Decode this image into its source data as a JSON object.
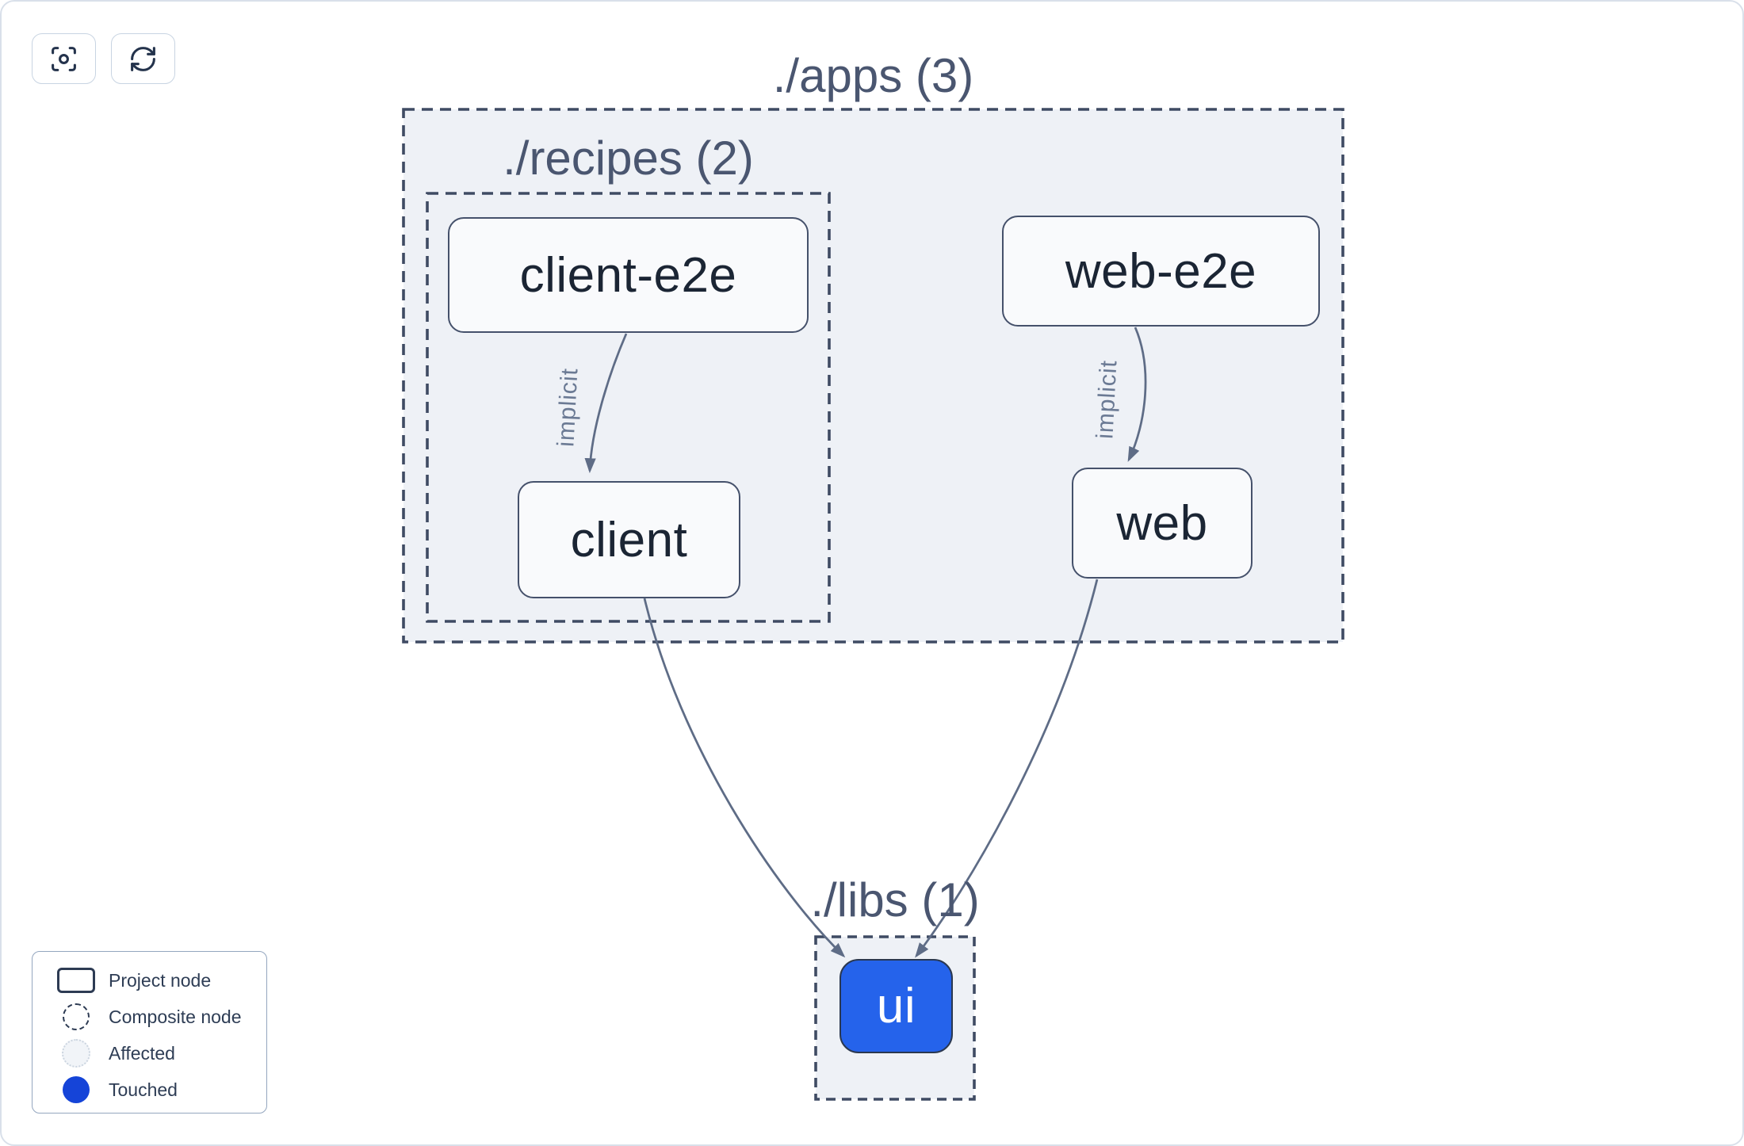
{
  "toolbar": {
    "buttons": [
      {
        "name": "focus",
        "icon": "focus-crosshair-icon"
      },
      {
        "name": "refresh",
        "icon": "refresh-icon"
      }
    ]
  },
  "graph": {
    "containers": [
      {
        "id": "apps",
        "label": "./apps (3)"
      },
      {
        "id": "recipes",
        "label": "./recipes (2)"
      },
      {
        "id": "libs",
        "label": "./libs (1)"
      }
    ],
    "nodes": [
      {
        "id": "client-e2e",
        "label": "client-e2e",
        "state": "default"
      },
      {
        "id": "web-e2e",
        "label": "web-e2e",
        "state": "default"
      },
      {
        "id": "client",
        "label": "client",
        "state": "default"
      },
      {
        "id": "web",
        "label": "web",
        "state": "default"
      },
      {
        "id": "ui",
        "label": "ui",
        "state": "touched"
      }
    ],
    "edges": [
      {
        "from": "client-e2e",
        "to": "client",
        "type": "implicit",
        "label": "implicit"
      },
      {
        "from": "web-e2e",
        "to": "web",
        "type": "implicit",
        "label": "implicit"
      },
      {
        "from": "client",
        "to": "ui",
        "type": "static",
        "label": ""
      },
      {
        "from": "web",
        "to": "ui",
        "type": "static",
        "label": ""
      }
    ]
  },
  "legend": {
    "items": [
      {
        "label": "Project node",
        "swatch": "project-node"
      },
      {
        "label": "Composite node",
        "swatch": "composite-node"
      },
      {
        "label": "Affected",
        "swatch": "affected"
      },
      {
        "label": "Touched",
        "swatch": "touched"
      }
    ]
  },
  "colors": {
    "container_fill": "#eef1f6",
    "dash_border": "#3f4b63",
    "node_border": "#45516b",
    "node_fill": "#f9fafc",
    "node_text": "#1b2534",
    "container_label_text": "#4a5670",
    "edge": "#5e6c86",
    "edge_label": "#6b7a94",
    "touched_fill": "#2563eb",
    "touched_text": "#ffffff",
    "legend_touched": "#1544d8",
    "affected_fill": "#f1f4f8",
    "affected_border": "#ccd5e0",
    "legend_border": "#94a6bf",
    "legend_text": "#2e3d55",
    "canvas_border": "#d9e0ea",
    "button_border": "#c8d4e2",
    "icon_color": "#24334c"
  }
}
